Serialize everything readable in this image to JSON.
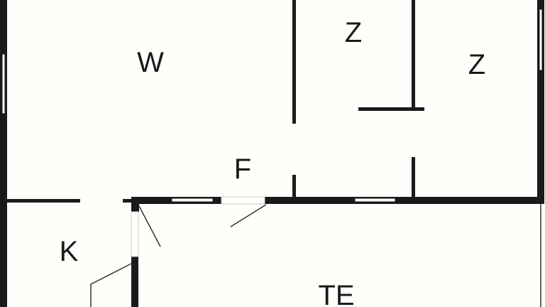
{
  "rooms": {
    "living": "W",
    "bedroom_1": "Z",
    "bedroom_2": "Z",
    "hallway": "F",
    "kitchen": "K",
    "terrace": "TE"
  },
  "colors": {
    "wall": "#1a1a1a",
    "background": "#fefefb"
  }
}
